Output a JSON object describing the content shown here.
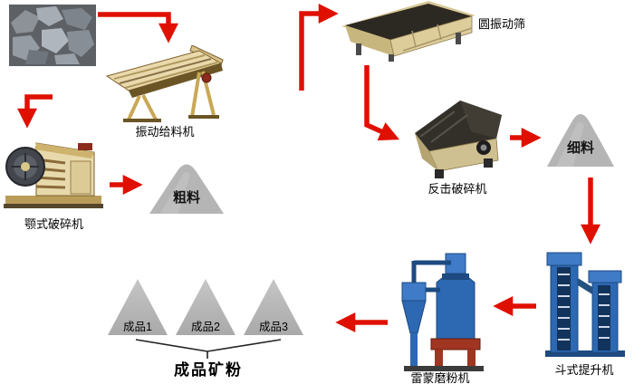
{
  "colors": {
    "arrow_red": "#e01000",
    "cone_gray": "#b5b5b5",
    "machine_beige": "#e8d9ac",
    "machine_blue": "#2d68b2",
    "label_black": "#000000",
    "background": "#ffffff"
  },
  "nodes": {
    "vibrating_feeder": {
      "label": "振动给料机"
    },
    "circular_vibrating_screen": {
      "label": "圆振动筛"
    },
    "jaw_crusher": {
      "label": "颚式破碎机"
    },
    "coarse_material": {
      "label": "粗料"
    },
    "impact_crusher": {
      "label": "反击破碎机"
    },
    "fine_material": {
      "label": "细料"
    },
    "bucket_elevator": {
      "label": "斗式提升机"
    },
    "raymond_mill": {
      "label": "雷蒙磨粉机"
    },
    "product_1": {
      "label": "成品1"
    },
    "product_2": {
      "label": "成品2"
    },
    "product_3": {
      "label": "成品3"
    },
    "final_product_group": {
      "label": "成品矿粉"
    }
  },
  "flow": [
    {
      "from": "raw-material-photo",
      "to": "vibrating-feeder"
    },
    {
      "from": "vibrating-feeder",
      "to": "jaw-crusher"
    },
    {
      "from": "jaw-crusher",
      "to": "coarse-material"
    },
    {
      "from": "coarse-material",
      "to": "circular-vibrating-screen"
    },
    {
      "from": "circular-vibrating-screen",
      "to": "impact-crusher"
    },
    {
      "from": "impact-crusher",
      "to": "fine-material"
    },
    {
      "from": "fine-material",
      "to": "bucket-elevator"
    },
    {
      "from": "bucket-elevator",
      "to": "raymond-mill"
    },
    {
      "from": "raymond-mill",
      "to": "finished-products"
    }
  ]
}
